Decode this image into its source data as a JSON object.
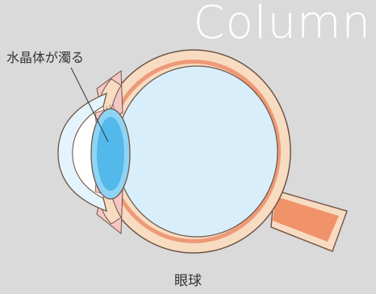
{
  "header": {
    "title": "Column"
  },
  "diagram": {
    "callout_label": "水晶体が濁る",
    "caption": "眼球",
    "colors": {
      "background": "#dadada",
      "title_text": "#ffffff",
      "sclera_outer": "#f7dcc2",
      "choroid_band": "#ee9977",
      "vitreous": "#d8eefb",
      "lens_outer": "#8fd3f5",
      "lens_inner": "#53b9ea",
      "cornea": "#e4f4fd",
      "iris": "#f4c6c6",
      "optic_nerve": "#f0936a"
    }
  }
}
